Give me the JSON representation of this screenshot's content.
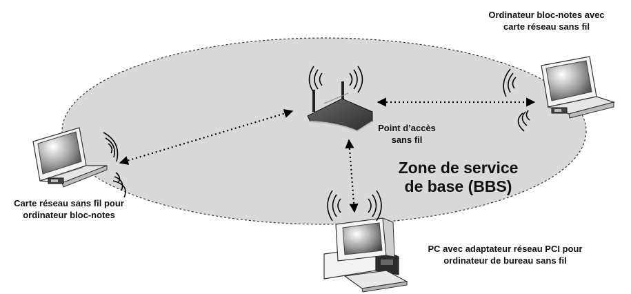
{
  "labels": {
    "top_right": [
      "Ordinateur bloc-notes avec",
      "carte réseau sans fil"
    ],
    "left": [
      "Carte réseau sans fil pour",
      "ordinateur bloc-notes"
    ],
    "access_point": [
      "Point d’accès",
      "sans fil"
    ],
    "zone": [
      "Zone de service",
      "de base (BBS)"
    ],
    "bottom_right": [
      "PC avec adaptateur réseau PCI pour",
      "ordinateur de bureau sans fil"
    ]
  },
  "colors": {
    "zone_fill": "#d9d9d9",
    "zone_border": "#333333",
    "device_dark": "#3a3a3a",
    "text": "#111111"
  },
  "icons": [
    "laptop-icon",
    "wireless-router-icon",
    "desktop-pc-icon",
    "radio-waves-icon",
    "usb-adapter-icon"
  ]
}
